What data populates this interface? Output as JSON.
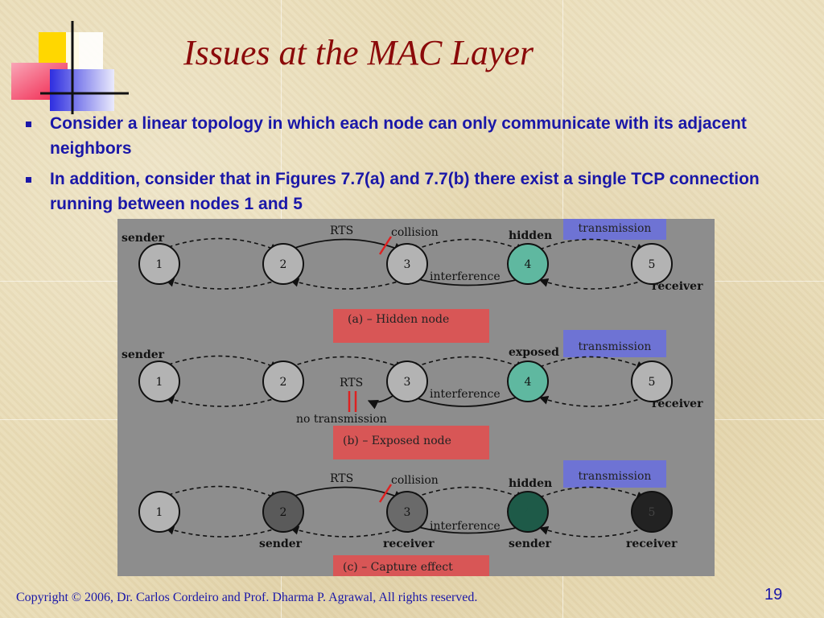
{
  "slide": {
    "title": "Issues at the MAC Layer",
    "bullets": [
      "Consider a linear topology in which each node can only communicate with its adjacent neighbors",
      "In addition, consider that in Figures 7.7(a) and 7.7(b) there exist a single TCP connection running between nodes 1 and 5"
    ],
    "footer": "Copyright © 2006, Dr. Carlos Cordeiro and  Prof. Dharma P. Agrawal,  All rights reserved.",
    "page_number": "19"
  },
  "figure": {
    "panel_a": {
      "caption": "(a) – Hidden node",
      "nodes": [
        "1",
        "2",
        "3",
        "4",
        "5"
      ],
      "labels": {
        "sender": "sender",
        "rts": "RTS",
        "collision": "collision",
        "hidden": "hidden",
        "transmission": "transmission",
        "interference": "interference",
        "receiver": "receiver"
      }
    },
    "panel_b": {
      "caption": "(b) – Exposed node",
      "nodes": [
        "1",
        "2",
        "3",
        "4",
        "5"
      ],
      "labels": {
        "sender": "sender",
        "exposed": "exposed",
        "transmission": "transmission",
        "rts": "RTS",
        "interference": "interference",
        "no_transmission": "no transmission",
        "receiver": "receiver"
      }
    },
    "panel_c": {
      "caption": "(c) – Capture effect",
      "nodes": [
        "1",
        "2",
        "3",
        "4",
        "5"
      ],
      "labels": {
        "rts": "RTS",
        "collision": "collision",
        "hidden": "hidden",
        "transmission": "transmission",
        "interference": "interference",
        "sender_2": "sender",
        "receiver_3": "receiver",
        "sender_4": "sender",
        "receiver_5": "receiver"
      }
    },
    "colors": {
      "title": "#8b0a0a",
      "text": "#1a17a8",
      "figure_bg": "#8d8d8d",
      "caption_bg": "#d85656",
      "transmission_bg": "#6e73d4",
      "node_green": "#5fb8a0",
      "node_dark_green": "#1e5a48"
    }
  }
}
